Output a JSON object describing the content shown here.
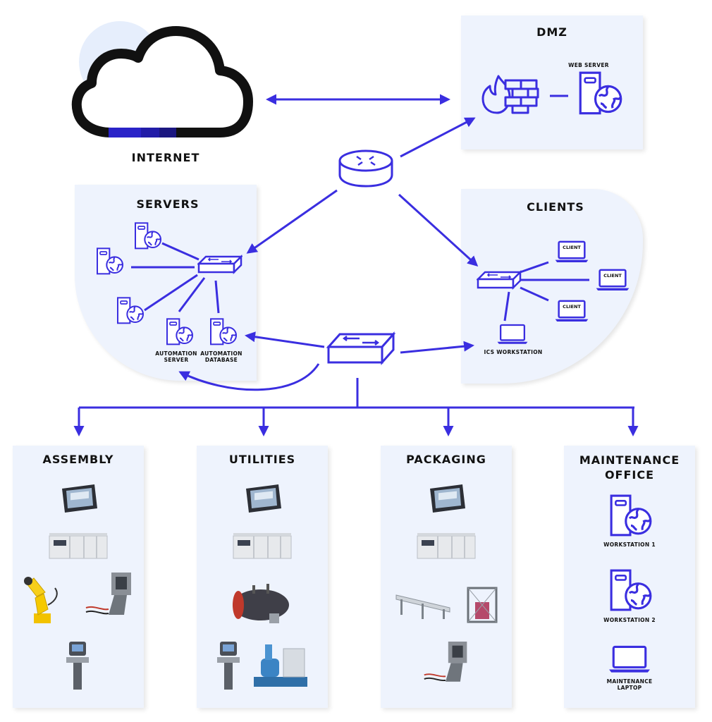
{
  "internet": {
    "label": "INTERNET"
  },
  "dmz": {
    "title": "DMZ",
    "web_server_label": "WEB SERVER"
  },
  "servers": {
    "title": "SERVERS",
    "automation_server_label": "AUTOMATION SERVER",
    "automation_database_label": "AUTOMATION DATABASE"
  },
  "clients": {
    "title": "CLIENTS",
    "client_labels": [
      "CLIENT",
      "CLIENT",
      "CLIENT"
    ],
    "ics_workstation_label": "ICS WORKSTATION"
  },
  "zones": [
    {
      "title": "ASSEMBLY"
    },
    {
      "title": "UTILITIES"
    },
    {
      "title": "PACKAGING"
    },
    {
      "title": "MAINTENANCE OFFICE",
      "labels": [
        "WORKSTATION 1",
        "WORKSTATION 2",
        "MAINTENANCE LAPTOP"
      ]
    }
  ],
  "colors": {
    "accent": "#3a2ee0",
    "panel": "#eef3fd",
    "text": "#111111"
  }
}
